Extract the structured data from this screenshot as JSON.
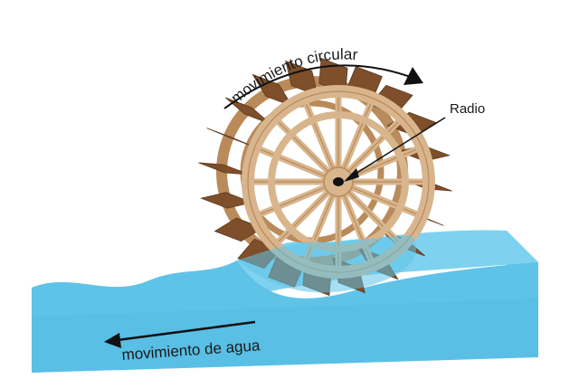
{
  "labels": {
    "rotation": "movimiento circular",
    "radius": "Radio",
    "water_flow": "movimiento de agua"
  },
  "colors": {
    "water_top": "#7fd2ef",
    "water_side": "#5fc3e8",
    "water_front": "#55bde3",
    "wood_light": "#d8b58d",
    "wood_mid": "#b98a5a",
    "wood_dark": "#7e4f2a",
    "arrow": "#111111"
  }
}
